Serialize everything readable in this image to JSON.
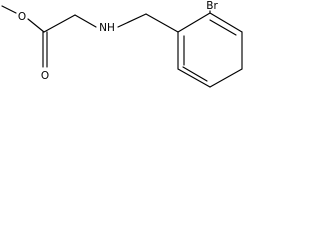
{
  "molecule": {
    "atom_labels": {
      "methoxy_oxygen": "O",
      "carbonyl_oxygen": "O",
      "amine": "NH",
      "bromine": "Br"
    }
  }
}
